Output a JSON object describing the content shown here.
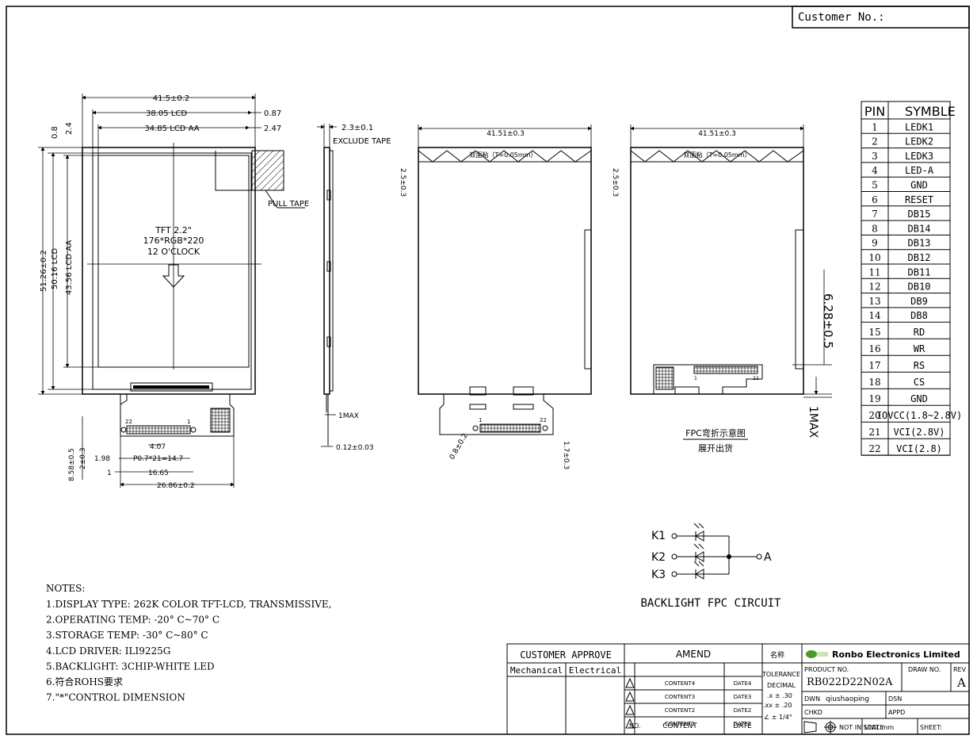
{
  "customer_no_label": "Customer No.:",
  "front_view": {
    "dims": {
      "w_total": "41.5±0.2",
      "w_lcd": "38.05 LCD",
      "w_aa": "34.85 LCD AA",
      "r1": "0.87",
      "r2": "2.47",
      "t1": "0.8",
      "t2": "2.4",
      "h_total": "51.26±0.2",
      "h_lcd": "50.16 LCD",
      "h_aa": "43.56 LCD AA",
      "fpc_a": "4.07",
      "fpc_b": "1.98",
      "fpc_pitch": "P0.7*21=14.7",
      "fpc_c": "1",
      "fpc_d": "16.65",
      "fpc_e": "26.86±0.2",
      "fpc_h1": "8.58±0.5",
      "fpc_h2": "2±0.3"
    },
    "pin_first": "22",
    "pin_last": "1",
    "center_text": [
      "TFT 2.2\"",
      "176*RGB*220",
      "12 O'CLOCK"
    ],
    "pull_tape": "PULL TAPE"
  },
  "side_view": {
    "thick": "2.3±0.1",
    "exclude": "EXCLUDE TAPE",
    "one_max": "1MAX",
    "fpc_t": "0.12±0.03"
  },
  "back_view": {
    "width": "41.51±0.3",
    "tape_h": "2.5±0.3",
    "tape_label": "双面粘（T=0.05mm）",
    "bend_r": "0.8±0.2",
    "fpc_t": "1.7±0.3",
    "pin_first": "1",
    "pin_last": "22"
  },
  "bent_view": {
    "width": "41.51±0.3",
    "tape_h": "2.5±0.3",
    "tape_label": "双面粘（T=0.05mm）",
    "fold_h": "6.28±0.5",
    "one_max": "1MAX",
    "pin_first": "1",
    "pin_last": "22",
    "caption1": "FPC弯折示意图",
    "caption2": "展开出货"
  },
  "pin_table": {
    "headers": [
      "PIN",
      "SYMBLE"
    ],
    "rows": [
      [
        "1",
        "LEDK1"
      ],
      [
        "2",
        "LEDK2"
      ],
      [
        "3",
        "LEDK3"
      ],
      [
        "4",
        "LED-A"
      ],
      [
        "5",
        "GND"
      ],
      [
        "6",
        "RESET"
      ],
      [
        "7",
        "DB15"
      ],
      [
        "8",
        "DB14"
      ],
      [
        "9",
        "DB13"
      ],
      [
        "10",
        "DB12"
      ],
      [
        "11",
        "DB11"
      ],
      [
        "12",
        "DB10"
      ],
      [
        "13",
        "DB9"
      ],
      [
        "14",
        "DB8"
      ],
      [
        "15",
        "RD"
      ],
      [
        "16",
        "WR"
      ],
      [
        "17",
        "RS"
      ],
      [
        "18",
        "CS"
      ],
      [
        "19",
        "GND"
      ],
      [
        "20",
        "IOVCC(1.8~2.8V)"
      ],
      [
        "21",
        "VCI(2.8V)"
      ],
      [
        "22",
        "VCI(2.8)"
      ]
    ]
  },
  "backlight": {
    "k1": "K1",
    "k2": "K2",
    "k3": "K3",
    "a": "A",
    "title": "BACKLIGHT FPC CIRCUIT"
  },
  "notes": {
    "heading": "NOTES:",
    "items": [
      "1.DISPLAY TYPE: 262K COLOR TFT-LCD, TRANSMISSIVE,",
      "2.OPERATING TEMP: -20° C~70° C",
      "3.STORAGE TEMP: -30° C~80° C",
      "4.LCD DRIVER: ILI9225G",
      "5.BACKLIGHT: 3CHIP-WHITE LED",
      "6.符合ROHS要求",
      "7.\"*\"CONTROL DIMENSION"
    ]
  },
  "title_block": {
    "customer_approve": "CUSTOMER APPROVE",
    "mechanical": "Mechanical",
    "electrical": "Electrical",
    "amend": "AMEND",
    "name_cn": "名称",
    "contents": [
      "CONTENT4",
      "CONTENT3",
      "CONTENT2",
      "CONTENT1"
    ],
    "dates": [
      "DATE4",
      "DATE3",
      "DATE2",
      "DATE1"
    ],
    "no": "NO.",
    "content": "CONTENT",
    "date": "DATE",
    "tolerance": "TOLERANCE",
    "decimal": "DECIMAL",
    "tol_x": ".x ± .30",
    "tol_xx": ".xx ± .20",
    "tol_ang": "∠ ± 1/4°",
    "company": "Ronbo Electronics Limited",
    "product_no_label": "PRODUCT NO.",
    "product_no": "RB022D22N02A",
    "draw_no": "DRAW NO.",
    "rev": "REV",
    "rev_val": "A",
    "dwn": "DWN",
    "dwn_name": "qiushaoping",
    "dsn": "DSN",
    "chkd": "CHKD",
    "appd": "APPD",
    "not_in_scale": "NOT IN SCALE",
    "unit": "UNIT mm",
    "sheet": "SHEET:"
  },
  "colors": {
    "line": "#000000",
    "logo": "#4a9a2a"
  }
}
